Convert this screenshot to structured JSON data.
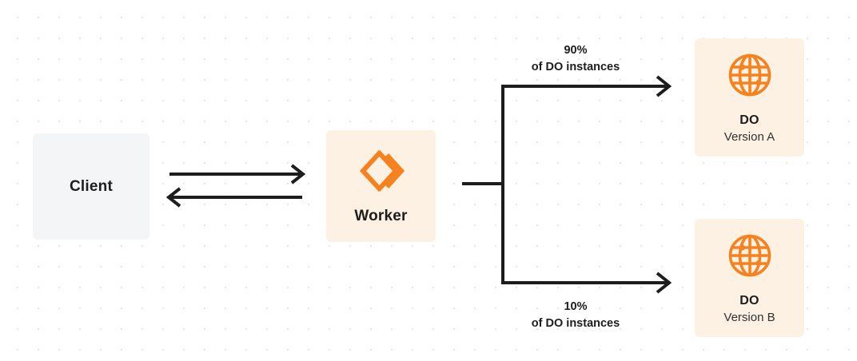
{
  "diagram": {
    "title": "Durable Objects gradual deployment routing",
    "background": {
      "color": "#ffffff",
      "dot_color": "#e9e9ec",
      "dot_spacing": "26px"
    },
    "colors": {
      "client_box": "#f4f5f7",
      "worker_box": "#fdf1e3",
      "do_box": "#fdf1e3",
      "accent_orange": "#f6821f",
      "stroke_dark": "#1d1d1d",
      "text_dark": "#1d1d1d"
    },
    "nodes": {
      "client": {
        "label": "Client",
        "icon": "none"
      },
      "worker": {
        "label": "Worker",
        "icon": "cloudflare-workers-logo"
      },
      "do_a": {
        "title": "DO",
        "subtitle": "Version A",
        "icon": "globe-icon"
      },
      "do_b": {
        "title": "DO",
        "subtitle": "Version B",
        "icon": "globe-icon"
      }
    },
    "edges": {
      "client_to_worker": {
        "direction": "right",
        "label": ""
      },
      "worker_to_client": {
        "direction": "left",
        "label": ""
      },
      "worker_to_do_a": {
        "percent": "90%",
        "detail": "of DO instances",
        "direction": "right"
      },
      "worker_to_do_b": {
        "percent": "10%",
        "detail": "of DO instances",
        "direction": "right"
      }
    }
  }
}
